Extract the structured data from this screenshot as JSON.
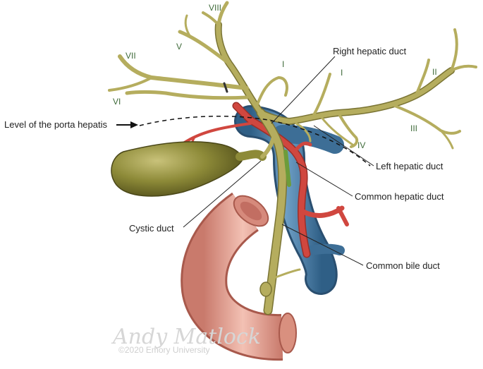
{
  "diagram": {
    "segments": [
      "VIII",
      "V",
      "VII",
      "VI",
      "I",
      "I",
      "II",
      "III",
      "IV"
    ],
    "labels": {
      "porta_hepatis": "Level of the porta hepatis",
      "right_hepatic_duct": "Right hepatic duct",
      "left_hepatic_duct": "Left hepatic duct",
      "common_hepatic_duct": "Common hepatic duct",
      "cystic_duct": "Cystic duct",
      "common_bile_duct": "Common bile duct"
    },
    "watermark": {
      "signature": "Andy Matlock",
      "copyright": "©2020 Emory University"
    },
    "colors": {
      "bile_duct": "#b5ad5e",
      "gallbladder": "#8d8a38",
      "artery": "#d0473f",
      "portal_vein": "#4b7fa8",
      "duodenum": "#e9a99a",
      "segment_text": "#3f6b3a"
    }
  }
}
